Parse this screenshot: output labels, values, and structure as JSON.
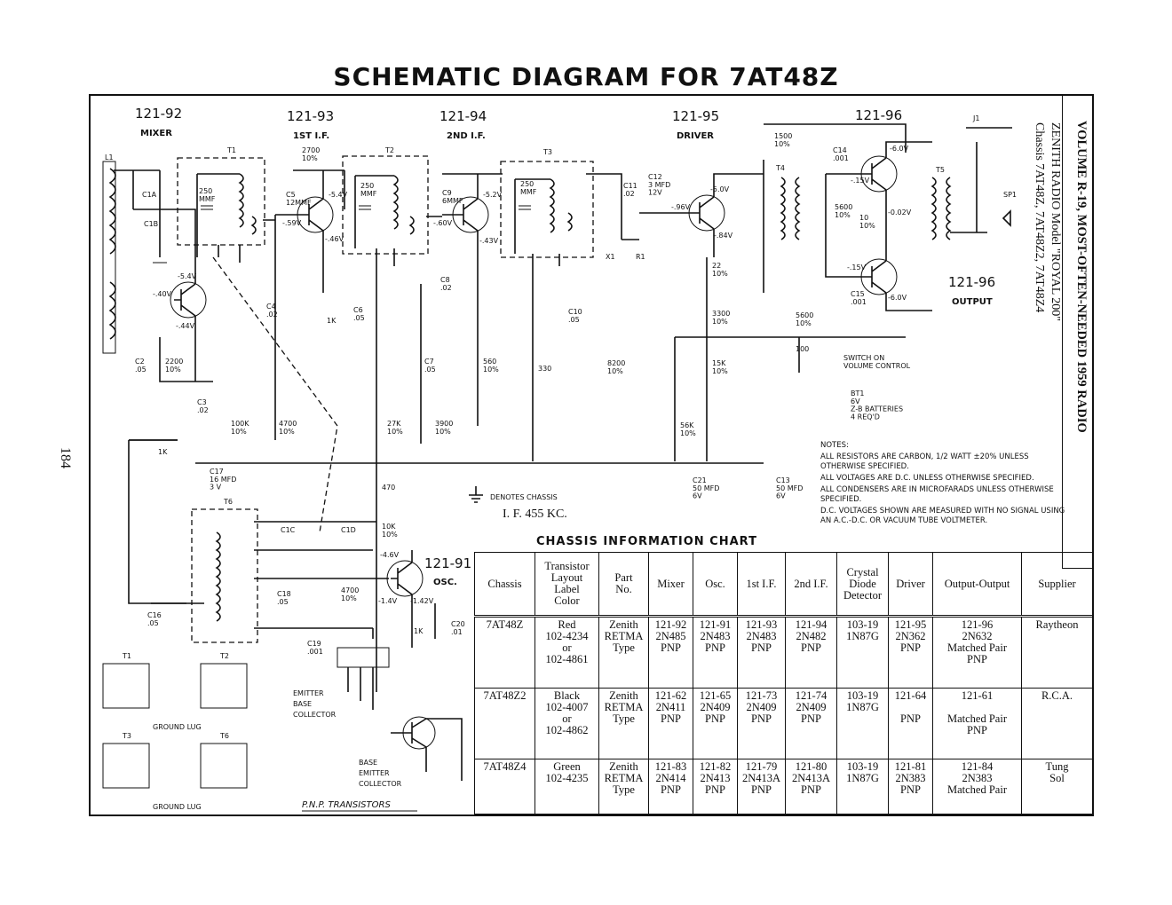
{
  "title": "SCHEMATIC DIAGRAM FOR 7AT48Z",
  "page_number": "184",
  "sidebar": {
    "line1": "VOLUME R-19, MOST-OFTEN-NEEDED 1959 RADIO",
    "line2": "ZENITH RADIO Model \"ROYAL 200\"",
    "line3": "Chassis 7AT48Z, 7AT48Z2, 7AT48Z4"
  },
  "stages": [
    {
      "part": "121-92",
      "name": "MIXER"
    },
    {
      "part": "121-93",
      "name": "1ST I.F."
    },
    {
      "part": "121-94",
      "name": "2ND I.F."
    },
    {
      "part": "121-95",
      "name": "DRIVER"
    },
    {
      "part": "121-96",
      "name": ""
    },
    {
      "part": "121-96",
      "name": "OUTPUT"
    },
    {
      "part": "121-91",
      "name": "OSC."
    }
  ],
  "components": {
    "coils": [
      "L1",
      "T1",
      "T2",
      "T3",
      "T4",
      "T5",
      "T6",
      "J1",
      "SP1"
    ],
    "capacitors": [
      "C1A",
      "C1B",
      "250\nMMF",
      "C5\n12MMF",
      "250\nMMF",
      "C9\n6MMF",
      "250\nMMF",
      "C11\n.02",
      "C12\n3 MFD\n12V",
      "C14\n.001",
      "C15\n.001",
      "C4\n.02",
      "C6\n.05",
      "C8\n.02",
      "C10\n.05",
      "C7\n.05",
      "C2\n.05",
      "C3\n.02",
      "C17\n16 MFD\n3 V",
      "C21\n50 MFD\n6V",
      "C13\n50 MFD\n6V",
      "C1C",
      "C1D",
      "C18\n.05",
      "C16\n.05",
      "C19\n.001",
      "C20\n.01"
    ],
    "resistors": [
      "2700\n10%",
      "1500\n10%",
      "5600\n10%",
      "10\n10%",
      "22\n10%",
      "3300\n10%",
      "15K\n10%",
      "5600\n10%",
      "100",
      "1K",
      "2200\n10%",
      "100K\n10%",
      "4700\n10%",
      "27K\n10%",
      "3900\n10%",
      "560\n10%",
      "330",
      "8200\n10%",
      "56K\n10%",
      "1K",
      "470",
      "10K\n10%",
      "4700\n10%",
      "1K"
    ],
    "misc": [
      "X1",
      "R1",
      "BT1\n6V\nZ-B BATTERIES\n4 REQ'D",
      "SWITCH ON\nVOLUME CONTROL"
    ]
  },
  "voltages": [
    "-5.4V",
    "-.40V",
    "-.44V",
    "-.59V",
    "-5.4V",
    "-.46V",
    "-.60V",
    "-5.2V",
    "-.43V",
    "-.96V",
    "-5.0V",
    "-.84V",
    "-6.0V",
    "-.15V",
    "-0.02V",
    "-.15V",
    "-6.0V",
    "-4.6V",
    "-1.4V",
    "-1.42V"
  ],
  "chassis_symbol": "DENOTES CHASSIS",
  "if_frequency": "I. F. 455 KC.",
  "notes": {
    "heading": "NOTES:",
    "items": [
      "ALL RESISTORS ARE CARBON, 1/2 WATT ±20% UNLESS OTHERWISE SPECIFIED.",
      "ALL VOLTAGES ARE D.C. UNLESS OTHERWISE SPECIFIED.",
      "ALL CONDENSERS ARE IN MICROFARADS UNLESS OTHERWISE SPECIFIED.",
      "D.C. VOLTAGES SHOWN ARE MEASURED WITH NO SIGNAL USING AN A.C.-D.C. OR VACUUM TUBE VOLTMETER."
    ]
  },
  "pinouts": {
    "transformers": [
      "T1",
      "T2",
      "T3",
      "T6"
    ],
    "ground_lug": "GROUND LUG",
    "transistor_leads": [
      "EMITTER",
      "BASE",
      "COLLECTOR"
    ],
    "transistor_leads_symbol": [
      "BASE",
      "EMITTER",
      "COLLECTOR"
    ],
    "pnp": "P.N.P. TRANSISTORS"
  },
  "chart": {
    "title": "CHASSIS INFORMATION CHART",
    "columns": [
      "Chassis",
      "Transistor\nLayout\nLabel\nColor",
      "Part\nNo.",
      "Mixer",
      "Osc.",
      "1st I.F.",
      "2nd I.F.",
      "Crystal\nDiode\nDetector",
      "Driver",
      "Output-Output",
      "Supplier"
    ],
    "rows": [
      [
        "7AT48Z",
        "Red\n102-4234\nor\n102-4861",
        "Zenith\nRETMA\nType",
        "121-92\n2N485\nPNP",
        "121-91\n2N483\nPNP",
        "121-93\n2N483\nPNP",
        "121-94\n2N482\nPNP",
        "103-19\n1N87G",
        "121-95\n2N362\nPNP",
        "121-96\n2N632\nMatched Pair\nPNP",
        "Raytheon"
      ],
      [
        "7AT48Z2",
        "Black\n102-4007\nor\n102-4862",
        "Zenith\nRETMA\nType",
        "121-62\n2N411\nPNP",
        "121-65\n2N409\nPNP",
        "121-73\n2N409\nPNP",
        "121-74\n2N409\nPNP",
        "103-19\n1N87G",
        "121-64\n\nPNP",
        "121-61\n\nMatched Pair\nPNP",
        "R.C.A."
      ],
      [
        "7AT48Z4",
        "Green\n102-4235",
        "Zenith\nRETMA\nType",
        "121-83\n2N414\nPNP",
        "121-82\n2N413\nPNP",
        "121-79\n2N413A\nPNP",
        "121-80\n2N413A\nPNP",
        "103-19\n1N87G",
        "121-81\n2N383\nPNP",
        "121-84\n2N383\nMatched Pair",
        "Tung\nSol"
      ]
    ]
  }
}
